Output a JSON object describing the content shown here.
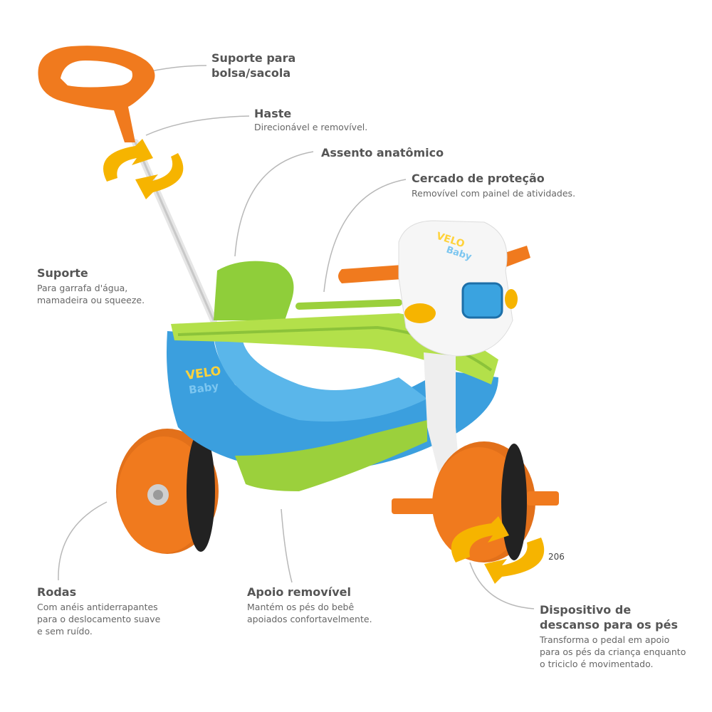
{
  "callouts": {
    "bag_support": {
      "title_line1": "Suporte para",
      "title_line2": "bolsa/sacola"
    },
    "handle": {
      "title": "Haste",
      "desc": "Direcionável e removível."
    },
    "seat": {
      "title": "Assento anatômico"
    },
    "guard": {
      "title": "Cercado de proteção",
      "desc": "Removível com painel de atividades."
    },
    "bottle_support": {
      "title": "Suporte",
      "desc_line1": "Para garrafa d'água,",
      "desc_line2": "mamadeira ou squeeze."
    },
    "wheels": {
      "title": "Rodas",
      "desc_line1": "Com anéis antiderrapantes",
      "desc_line2": "para o deslocamento suave",
      "desc_line3": "e sem ruído."
    },
    "footrest": {
      "title": "Apoio removível",
      "desc_line1": "Mantém os pés do bebê",
      "desc_line2": "apoiados confortavelmente."
    },
    "rest_device": {
      "title_line1": "Dispositivo de",
      "title_line2": "descanso para os pés",
      "desc_line1": "Transforma o pedal em apoio",
      "desc_line2": "para os pés da criança enquanto",
      "desc_line3": "o triciclo é movimentado."
    }
  },
  "product": {
    "logo_line1": "VELO",
    "logo_line2": "Baby",
    "model_number": "206"
  },
  "colors": {
    "orange": "#f07a1e",
    "green": "#9bd03c",
    "blue": "#3b9fde",
    "yellow": "#f6b400",
    "leader": "#b5b5b5"
  }
}
